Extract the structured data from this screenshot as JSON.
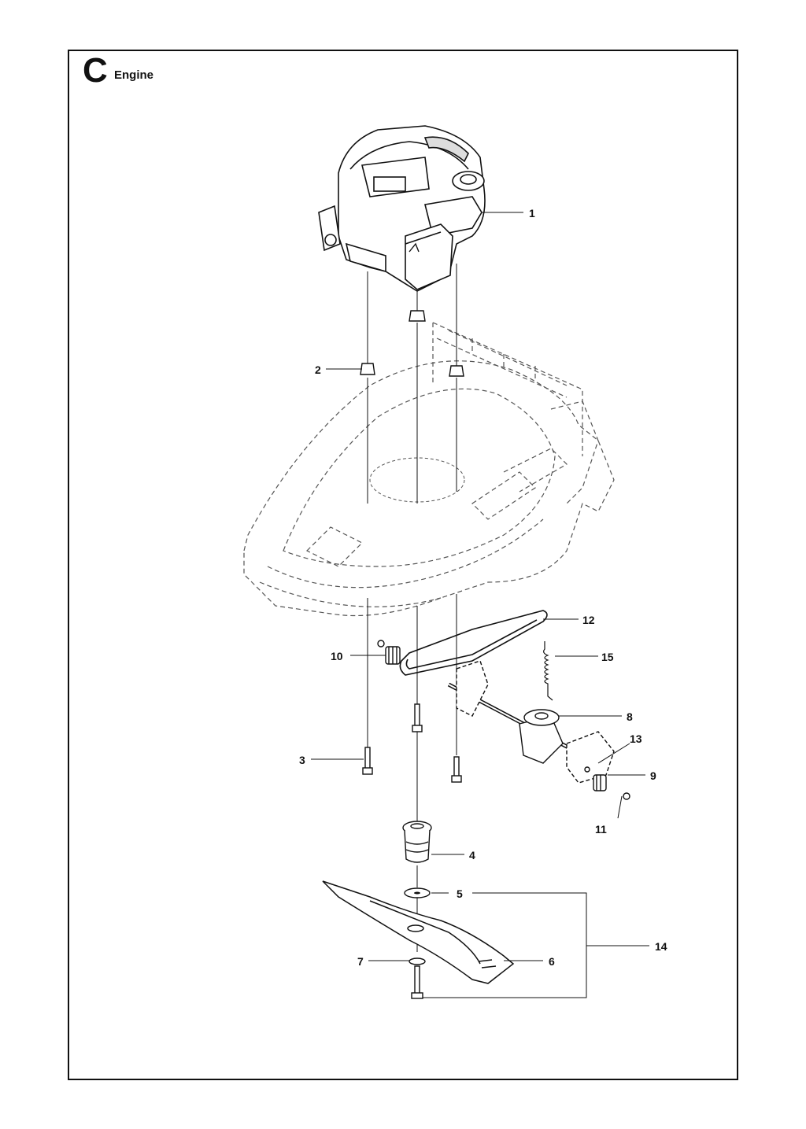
{
  "header": {
    "section_letter": "C",
    "section_title": "Engine"
  },
  "callouts": [
    {
      "id": "1",
      "text": "1"
    },
    {
      "id": "2",
      "text": "2"
    },
    {
      "id": "3",
      "text": "3"
    },
    {
      "id": "4",
      "text": "4"
    },
    {
      "id": "5",
      "text": "5"
    },
    {
      "id": "6",
      "text": "6"
    },
    {
      "id": "7",
      "text": "7"
    },
    {
      "id": "8",
      "text": "8"
    },
    {
      "id": "9",
      "text": "9"
    },
    {
      "id": "10",
      "text": "10"
    },
    {
      "id": "11",
      "text": "11"
    },
    {
      "id": "12",
      "text": "12"
    },
    {
      "id": "13",
      "text": "13"
    },
    {
      "id": "14",
      "text": "14"
    },
    {
      "id": "15",
      "text": "15"
    }
  ],
  "colors": {
    "ink": "#111111",
    "phantom": "#555555",
    "paper": "#ffffff"
  }
}
